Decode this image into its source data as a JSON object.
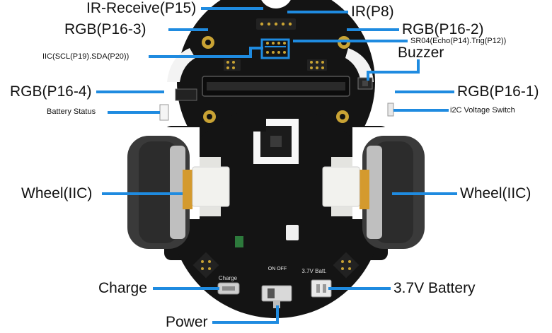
{
  "labels": {
    "ir_receive": "IR-Receive(P15)",
    "ir": "IR(P8)",
    "rgb_3": "RGB(P16-3)",
    "rgb_2": "RGB(P16-2)",
    "sr04": "SR04(Echo(P14).Trig(P12))",
    "iic": "IIC(SCL(P19).SDA(P20))",
    "buzzer": "Buzzer",
    "rgb_4": "RGB(P16-4)",
    "rgb_1": "RGB(P16-1)",
    "battery_status": "Battery Status",
    "voltage_switch": "i2C Voltage Switch",
    "wheel_left": "Wheel(IIC)",
    "wheel_right": "Wheel(IIC)",
    "charge": "Charge",
    "battery": "3.7V Battery",
    "power": "Power"
  },
  "board": {
    "charge_port_text": "Charge",
    "battery_port_text": "3.7V Batt.",
    "switch_text": "ON OFF"
  },
  "colors": {
    "pointer": "#1f8be0",
    "board": "#141414",
    "wheel": "#3a3a3a",
    "motor": "#f2f2ee"
  }
}
